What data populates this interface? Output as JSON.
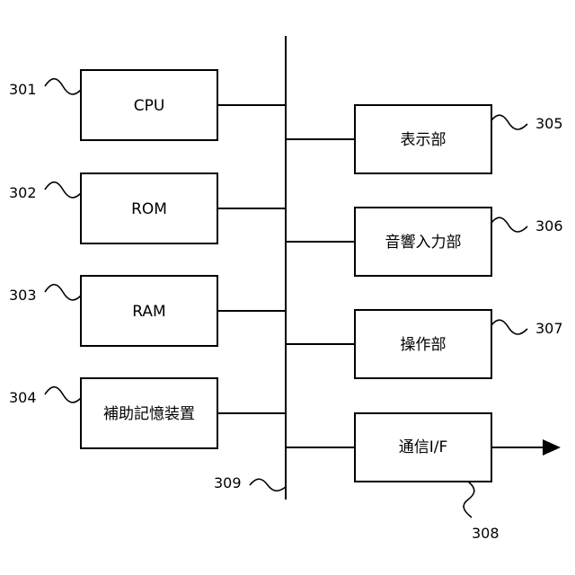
{
  "left_blocks": [
    {
      "ref": "301",
      "label": "CPU"
    },
    {
      "ref": "302",
      "label": "ROM"
    },
    {
      "ref": "303",
      "label": "RAM"
    },
    {
      "ref": "304",
      "label": "補助記憶装置"
    }
  ],
  "right_blocks": [
    {
      "ref": "305",
      "label": "表示部"
    },
    {
      "ref": "306",
      "label": "音響入力部"
    },
    {
      "ref": "307",
      "label": "操作部"
    },
    {
      "ref": "308",
      "label": "通信I/F"
    }
  ],
  "bus": {
    "ref": "309"
  }
}
